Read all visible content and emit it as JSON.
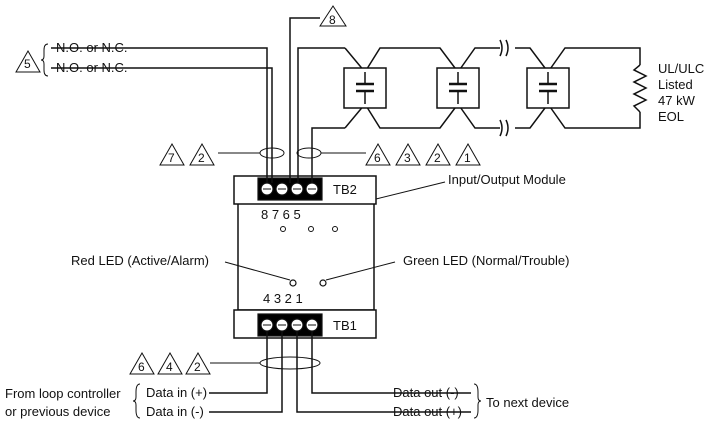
{
  "module": {
    "name": "Input/Output Module",
    "tb2_label": "TB2",
    "tb1_label": "TB1",
    "tb2_terminals": "8 7 6 5",
    "tb1_terminals": "4 3 2 1"
  },
  "leds": {
    "red": "Red LED (Active/Alarm)",
    "green": "Green LED (Normal/Trouble)"
  },
  "relay_contacts": {
    "no_nc_1": "N.O. or N.C.",
    "no_nc_2": "N.O. or N.C."
  },
  "eol": {
    "line1": "UL/ULC",
    "line2": "Listed",
    "line3": "47 kW",
    "line4": "EOL"
  },
  "notes": {
    "top_a": "5",
    "top_b": "8",
    "tb2_left": [
      "7",
      "2"
    ],
    "tb2_right": [
      "6",
      "3",
      "2",
      "1"
    ],
    "bottom": [
      "6",
      "4",
      "2"
    ]
  },
  "data_wiring": {
    "from_line1": "From loop controller",
    "from_line2": "or previous device",
    "data_in_plus": "Data in (+)",
    "data_in_minus": "Data in (-)",
    "data_out_minus": "Data out (-)",
    "data_out_plus": "Data out (+)",
    "to_next": "To next device"
  }
}
